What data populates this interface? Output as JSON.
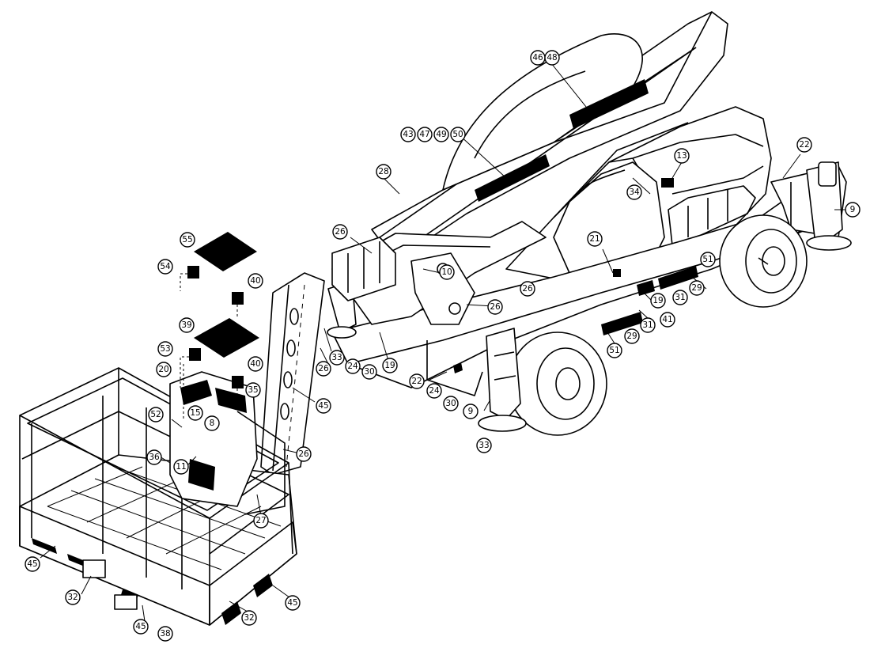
{
  "callouts": [
    "46",
    "48",
    "43",
    "47",
    "49",
    "50",
    "28",
    "13",
    "22",
    "34",
    "9",
    "26",
    "55",
    "54",
    "21",
    "10",
    "40",
    "26",
    "51",
    "19",
    "31",
    "29",
    "39",
    "26",
    "41",
    "53",
    "33",
    "24",
    "30",
    "19",
    "26",
    "31",
    "29",
    "51",
    "20",
    "40",
    "22",
    "24",
    "35",
    "45",
    "15",
    "8",
    "30",
    "9",
    "52",
    "26",
    "33",
    "36",
    "11",
    "27",
    "45",
    "32",
    "45",
    "45",
    "38",
    "32"
  ],
  "colors": {
    "line": "#000000",
    "background": "#ffffff",
    "decal": "#000000"
  }
}
